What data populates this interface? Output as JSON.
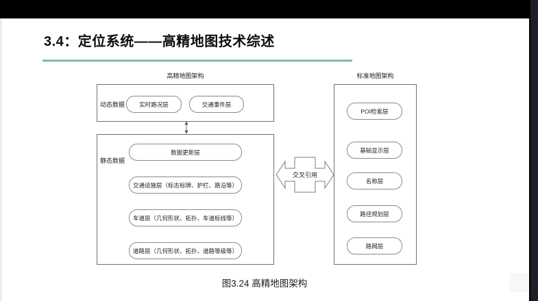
{
  "page": {
    "title": "3.4：定位系统——高精地图技术综述",
    "caption": "图3.24 高精地图架构"
  },
  "diagram": {
    "hd": {
      "title": "高精地图架构",
      "dynamic_group_label": "动态数据",
      "dynamic_layers": [
        "实时路况层",
        "交通事件层"
      ],
      "static_group_label": "静态数据",
      "static_layers": [
        "数据更新层",
        "交通设施层（标志标牌、护栏、路沿等）",
        "车道层（几何形状、拓扑、车道标线等）",
        "道路层（几何形状、拓扑、道路等级等）"
      ]
    },
    "cross_reference_label": "交叉引用",
    "std": {
      "title": "标准地图架构",
      "layers": [
        "POI检索层",
        "基础显示层",
        "名称层",
        "路径规划层",
        "路网层"
      ]
    }
  },
  "colors": {
    "accent_green": "#67ab8e",
    "top_bar": "#000000",
    "right_strip": "#1e1e28",
    "diagram_line": "#7a7a7a"
  }
}
